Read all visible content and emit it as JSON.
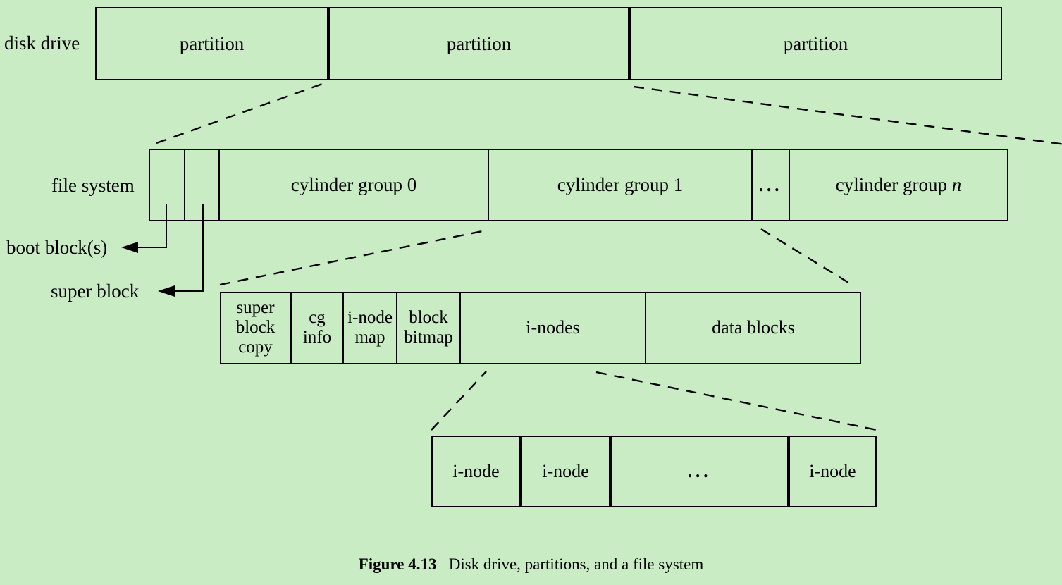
{
  "figure": {
    "caption_number": "Figure 4.13",
    "caption_text": "Disk drive, partitions, and a file system",
    "background_color": "#c9ecc5",
    "line_color": "#000000"
  },
  "rows": {
    "disk_drive": {
      "label": "disk drive",
      "cells": [
        {
          "label": "partition"
        },
        {
          "label": "partition"
        },
        {
          "label": "partition"
        }
      ]
    },
    "file_system": {
      "label": "file system",
      "cells": [
        {
          "label": ""
        },
        {
          "label": ""
        },
        {
          "label": "cylinder group 0"
        },
        {
          "label": "cylinder group 1"
        },
        {
          "label": "..."
        },
        {
          "label": "cylinder group ",
          "italic_suffix": "n"
        }
      ]
    },
    "cylinder_group": {
      "cells": [
        {
          "lines": [
            "super",
            "block",
            "copy"
          ]
        },
        {
          "lines": [
            "cg",
            "info"
          ]
        },
        {
          "lines": [
            "i-node",
            "map"
          ]
        },
        {
          "lines": [
            "block",
            "bitmap"
          ]
        },
        {
          "lines": [
            "i-nodes"
          ]
        },
        {
          "lines": [
            "data blocks"
          ]
        }
      ]
    },
    "inodes": {
      "cells": [
        {
          "label": "i-node"
        },
        {
          "label": "i-node"
        },
        {
          "label": "..."
        },
        {
          "label": "i-node"
        }
      ]
    }
  },
  "callouts": [
    {
      "label": "boot block(s)"
    },
    {
      "label": "super block"
    }
  ]
}
